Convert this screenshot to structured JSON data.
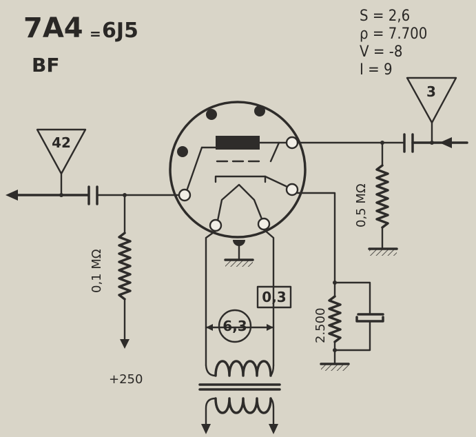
{
  "header": {
    "tube": "7A4",
    "separator": "=",
    "equivalent": "6J5",
    "subtitle": "BF"
  },
  "params": {
    "s": "S = 2,6",
    "rho": "ρ = 7.700",
    "v": "V = -8",
    "i": "I = 9"
  },
  "triangles": {
    "left": "42",
    "right": "3"
  },
  "labels": {
    "r_grid": "0,5 MΩ",
    "r_plate": "0,1 MΩ",
    "r_cathode": "2.500",
    "b_plus": "+250",
    "filament_current": "0,3",
    "filament_voltage": "6,3"
  },
  "colors": {
    "paper": "#d9d5c8",
    "ink": "#2e2c2a",
    "pin": "#f1eee6"
  }
}
